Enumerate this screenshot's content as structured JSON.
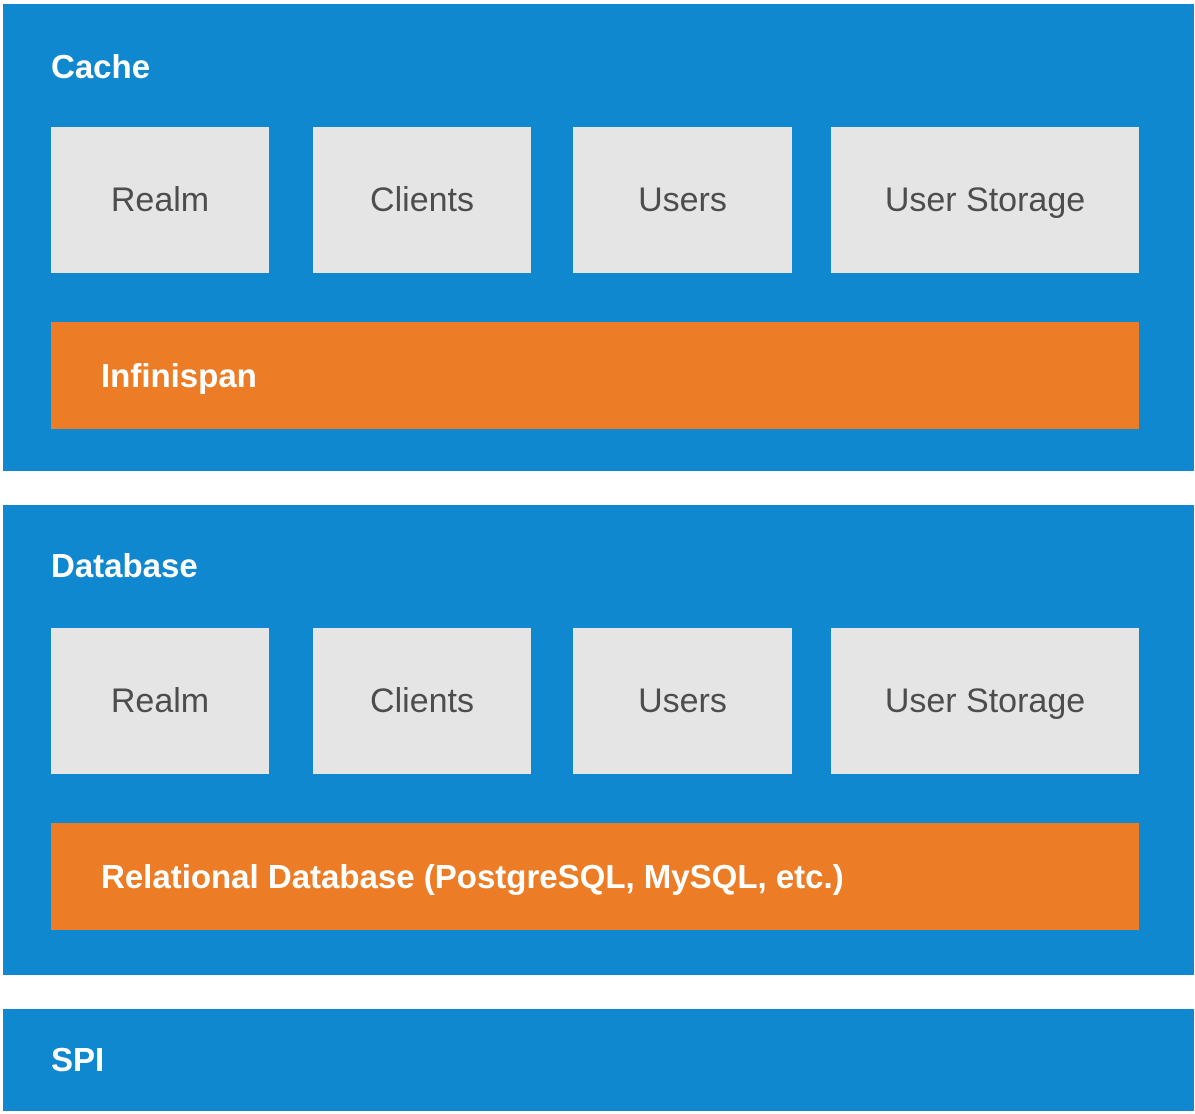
{
  "layers": {
    "cache": {
      "title": "Cache",
      "boxes": [
        "Realm",
        "Clients",
        "Users",
        "User Storage"
      ],
      "backend": "Infinispan"
    },
    "database": {
      "title": "Database",
      "boxes": [
        "Realm",
        "Clients",
        "Users",
        "User Storage"
      ],
      "backend": "Relational Database (PostgreSQL, MySQL, etc.)"
    },
    "spi": {
      "title": "SPI"
    }
  },
  "colors": {
    "layer_blue": "#1088cf",
    "box_gray": "#e5e5e5",
    "backend_orange": "#ec7c26",
    "box_text": "#4d4d4d",
    "title_text": "#ffffff"
  }
}
